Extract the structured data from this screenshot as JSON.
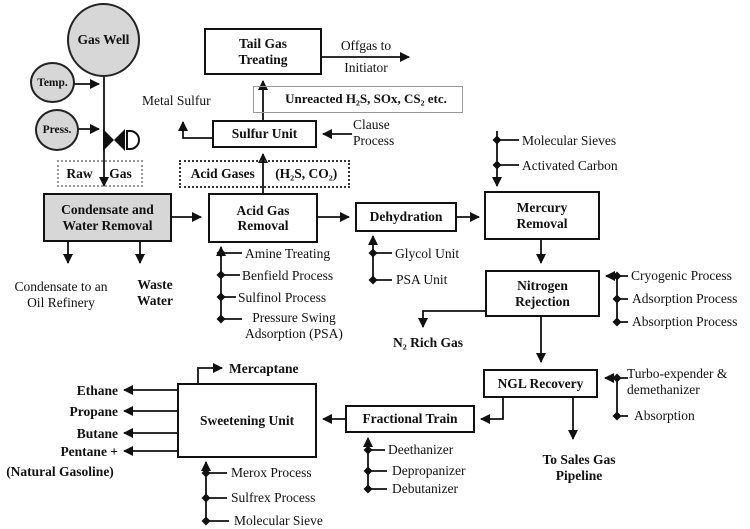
{
  "colors": {
    "line": "#111111",
    "node_fill": "#d7d7d7",
    "muted_border": "#999999",
    "background": "#ffffff"
  },
  "nodes": {
    "gas_well": "Gas Well",
    "temp": "Temp.",
    "press": "Press.",
    "raw": "Raw",
    "gas": "Gas",
    "condensate_water_removal": "Condensate and Water Removal",
    "tail_gas_treating": "Tail Gas Treating",
    "sulfur_unit": "Sulfur Unit",
    "unreacted_gases": "Unreacted H₂S, SOx, CS₂  etc.",
    "acid_gases": "Acid Gases",
    "acid_gases_formula": "(H₂S, CO₂)",
    "acid_gas_removal": "Acid Gas Removal",
    "dehydration": "Dehydration",
    "mercury_removal": "Mercury Removal",
    "nitrogen_rejection": "Nitrogen Rejection",
    "ngl_recovery": "NGL Recovery",
    "fractional_train": "Fractional Train",
    "sweetening_unit": "Sweetening Unit"
  },
  "streams": {
    "metal_sulfur": "Metal Sulfur",
    "offgas": [
      "Offgas to",
      "Initiator"
    ],
    "clause_process": "Clause Process",
    "condensate_out": "Condensate to an Oil Refinery",
    "waste_water": "Waste Water",
    "n2_rich_gas": "N₂ Rich Gas",
    "to_sales": "To Sales Gas Pipeline",
    "mercaptane": "Mercaptane",
    "ethane": "Ethane",
    "propane": "Propane",
    "butane": "Butane",
    "pentane": "Pentane +",
    "natural_gasoline": "(Natural Gasoline)"
  },
  "process_options": {
    "mercury": [
      "Molecular Sieves",
      "Activated Carbon"
    ],
    "acid_gas": [
      "Amine Treating",
      "Benfield Process",
      "Sulfinol Process",
      "Pressure Swing Adsorption (PSA)"
    ],
    "dehydration": [
      "Glycol Unit",
      "PSA Unit"
    ],
    "nitrogen": [
      "Cryogenic Process",
      "Adsorption Process",
      "Absorption Process"
    ],
    "ngl": [
      "Turbo-expender & demethanizer",
      "Absorption"
    ],
    "fractional": [
      "Deethanizer",
      "Depropanizer",
      "Debutanizer"
    ],
    "sweetening": [
      "Merox Process",
      "Sulfrex Process",
      "Molecular Sieve"
    ]
  }
}
